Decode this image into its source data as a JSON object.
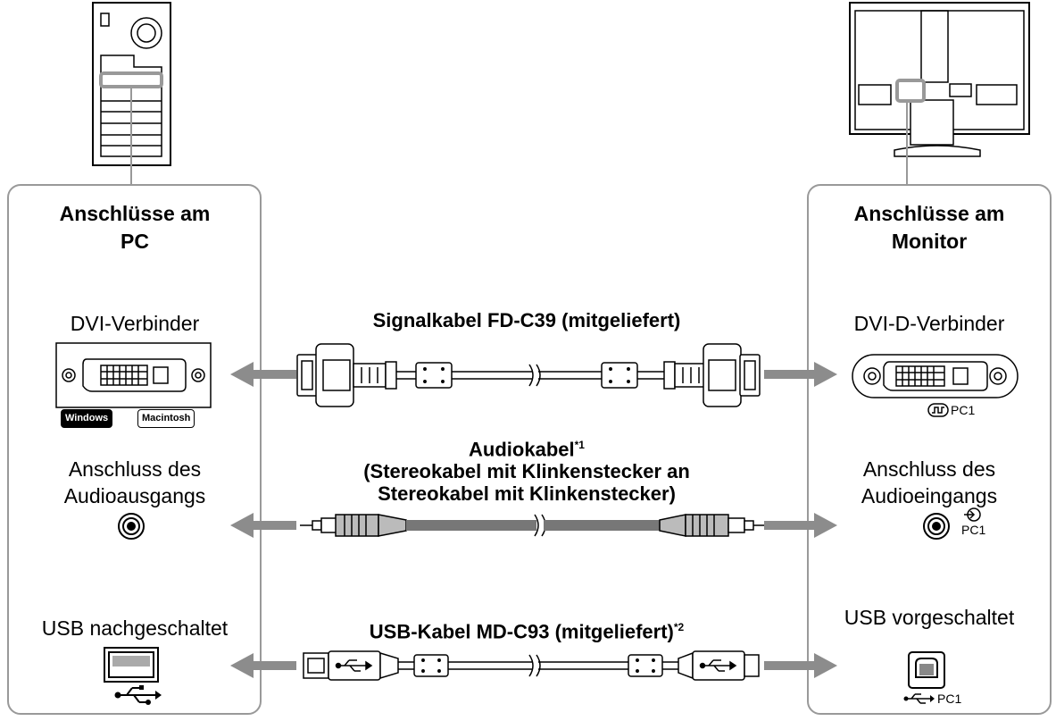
{
  "pc_panel": {
    "title_line1": "Anschlüsse am",
    "title_line2": "PC",
    "dvi_label": "DVI-Verbinder",
    "badge_windows": "Windows",
    "badge_macintosh": "Macintosh",
    "audio_label_line1": "Anschluss des",
    "audio_label_line2": "Audioausgangs",
    "usb_label": "USB nachgeschaltet"
  },
  "monitor_panel": {
    "title_line1": "Anschlüsse am",
    "title_line2": "Monitor",
    "dvi_label": "DVI-D-Verbinder",
    "dvi_input_tag": "PC1",
    "audio_label_line1": "Anschluss des",
    "audio_label_line2": "Audioeingangs",
    "audio_input_tag": "PC1",
    "usb_label": "USB vorgeschaltet",
    "usb_input_tag": "PC1"
  },
  "cables": {
    "signal": "Signalkabel FD-C39 (mitgeliefert)",
    "audio_line1": "Audiokabel",
    "audio_note": "*1",
    "audio_line2": "(Stereokabel mit Klinkenstecker an",
    "audio_line3": "Stereokabel mit Klinkenstecker)",
    "usb": "USB-Kabel MD-C93 (mitgeliefert)",
    "usb_note": "*2"
  },
  "colors": {
    "arrow": "#8c8c8c",
    "panel_border": "#999999",
    "audio_cable": "#777777",
    "badge_windows_bg": "#000000"
  },
  "icons": [
    "pc-tower-icon",
    "monitor-back-icon",
    "dvi-port-icon",
    "audio-jack-icon",
    "usb-a-port-icon",
    "usb-b-port-icon",
    "usb-symbol-icon",
    "dvi-cable-icon",
    "audio-cable-icon",
    "usb-cable-icon",
    "arrow-left-icon",
    "arrow-right-icon",
    "dvi-symbol-icon",
    "audio-input-symbol-icon"
  ]
}
